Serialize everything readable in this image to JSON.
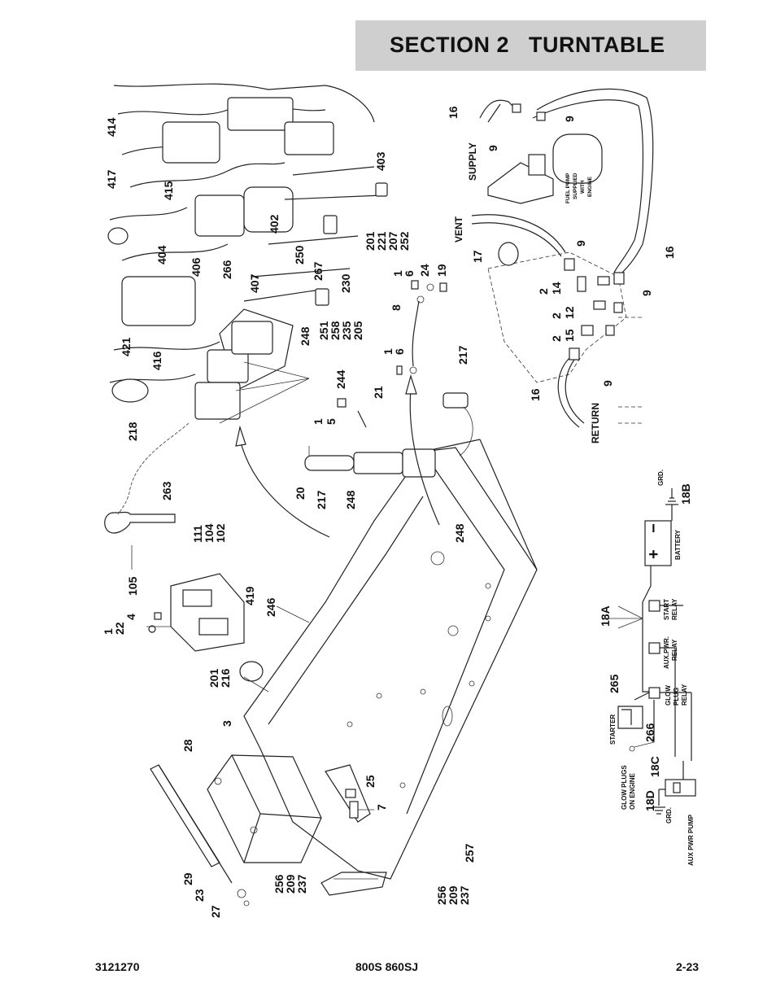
{
  "header": {
    "title": "SECTION 2   TURNTABLE"
  },
  "footer": {
    "left": "3121270",
    "center": "800S 860SJ",
    "right": "2-23"
  },
  "callouts": {
    "c414": "414",
    "c417": "417",
    "c415": "415",
    "c404": "404",
    "c406": "406",
    "c266a": "266",
    "c407": "407",
    "c402": "402",
    "c403": "403",
    "c250": "250",
    "c267": "267",
    "c230": "230",
    "c201a": "201",
    "c221": "221",
    "c207": "207",
    "c252": "252",
    "c421": "421",
    "c416": "416",
    "c248a": "248",
    "c251": "251",
    "c258": "258",
    "c235": "235",
    "c205": "205",
    "c1a": "1",
    "c6a": "6",
    "c24": "24",
    "c19": "19",
    "c8": "8",
    "c1b": "1",
    "c6b": "6",
    "c244": "244",
    "c217a": "217",
    "c21": "21",
    "c1c": "1",
    "c5": "5",
    "c218": "218",
    "c20": "20",
    "c217b": "217",
    "c248b": "248",
    "c248c": "248",
    "c263": "263",
    "c111": "111",
    "c104": "104",
    "c102": "102",
    "c105": "105",
    "c1d": "1",
    "c22": "22",
    "c4": "4",
    "c419": "419",
    "c246": "246",
    "c201b": "201",
    "c216": "216",
    "c3": "3",
    "c28": "28",
    "c25": "25",
    "c7": "7",
    "c257": "257",
    "c29": "29",
    "c23": "23",
    "c27": "27",
    "c256a": "256",
    "c209a": "209",
    "c237a": "237",
    "c256b": "256",
    "c209b": "209",
    "c237b": "237",
    "c16a": "16",
    "c9a": "9",
    "c9b": "9",
    "c16b": "16",
    "c9c": "9",
    "c17": "17",
    "c9d": "9",
    "c2a": "2",
    "c14": "14",
    "c2b": "2",
    "c12": "12",
    "c2c": "2",
    "c15": "15",
    "c9e": "9",
    "c16c": "16"
  },
  "fuel_labels": {
    "supply": "SUPPLY",
    "vent": "VENT",
    "return": "RETURN",
    "fuel_pump_lines": [
      "FUEL PUMP",
      "SUPPLIED",
      "WITH",
      "ENGINE"
    ]
  },
  "schematic": {
    "grd_top": "GRD.",
    "c18b": "18B",
    "battery": "BATTERY",
    "c18a": "18A",
    "start_relay": [
      "START",
      "RELAY"
    ],
    "aux_pwr_relay": [
      "AUX.PWR.",
      "RELAY"
    ],
    "glow_plug_relay": [
      "GLOW",
      "PLUG",
      "RELAY"
    ],
    "c265": "265",
    "starter": "STARTER",
    "c266": "266",
    "glow_plugs": [
      "GLOW PLUGS",
      "ON ENGINE"
    ],
    "c18c": "18C",
    "c18d": "18D",
    "grd_bottom": "GRD.",
    "aux_pwr_pump": "AUX PWR PUMP",
    "plus": "+",
    "minus": "−"
  }
}
